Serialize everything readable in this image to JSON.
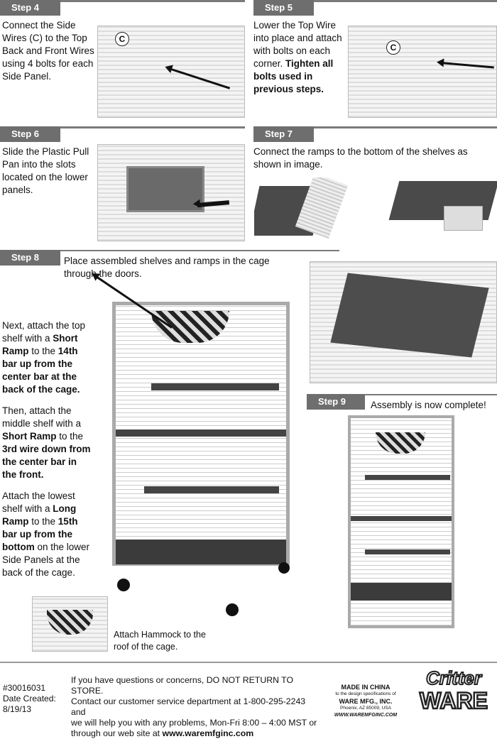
{
  "steps": {
    "step4": {
      "label": "Step 4",
      "text": "Connect the Side Wires (C) to the Top Back and Front Wires using 4 bolts for each Side Panel.",
      "marker": "C"
    },
    "step5": {
      "label": "Step 5",
      "text": "Lower the Top Wire into place and attach with bolts on each corner.",
      "bold": "Tighten all bolts used in previous steps.",
      "marker": "C"
    },
    "step6": {
      "label": "Step 6",
      "text": "Slide the Plastic Pull Pan into the slots located on the lower panels."
    },
    "step7": {
      "label": "Step 7",
      "text": "Connect the ramps to the bottom of the shelves as shown in image."
    },
    "step8": {
      "label": "Step 8",
      "text": "Place assembled shelves and ramps in the cage through the doors.",
      "notes": [
        {
          "a": "Next, attach the top shelf with a ",
          "b1": "Short Ramp",
          "c": " to the ",
          "b2": "14th bar up from the center bar at the back of the cage."
        },
        {
          "a": "Then, attach the middle shelf with a ",
          "b1": "Short Ramp",
          "c": " to the ",
          "b2": "3rd wire down from the center bar in the front."
        },
        {
          "a": "Attach the lowest shelf with a ",
          "b1": "Long Ramp",
          "c": " to the ",
          "b2": "15th bar up from the bottom",
          "d": " on the lower Side Panels at the back of the cage."
        }
      ],
      "hammock": "Attach Hammock to the roof of the cage."
    },
    "step9": {
      "label": "Step 9",
      "text": "Assembly is now complete!"
    }
  },
  "footer": {
    "item_no": "#30016031",
    "date_label": "Date Created:",
    "date": "8/19/13",
    "line1": "If you have questions or concerns, DO NOT RETURN TO STORE.",
    "line2": "Contact our customer service department at 1-800-295-2243 and",
    "line3": "we will help you with any problems, Mon-Fri 8:00 – 4:00 MST or",
    "line4": "through our web site at ",
    "url": "www.waremfginc.com",
    "made": "MADE IN CHINA",
    "spec": "to the design specifications of",
    "company": "WARE MFG., INC.",
    "city": "Phoenix, AZ 85009, USA",
    "web": "WWW.WAREMFGINC.COM",
    "logo1": "Critter",
    "logo2": "WARE"
  }
}
